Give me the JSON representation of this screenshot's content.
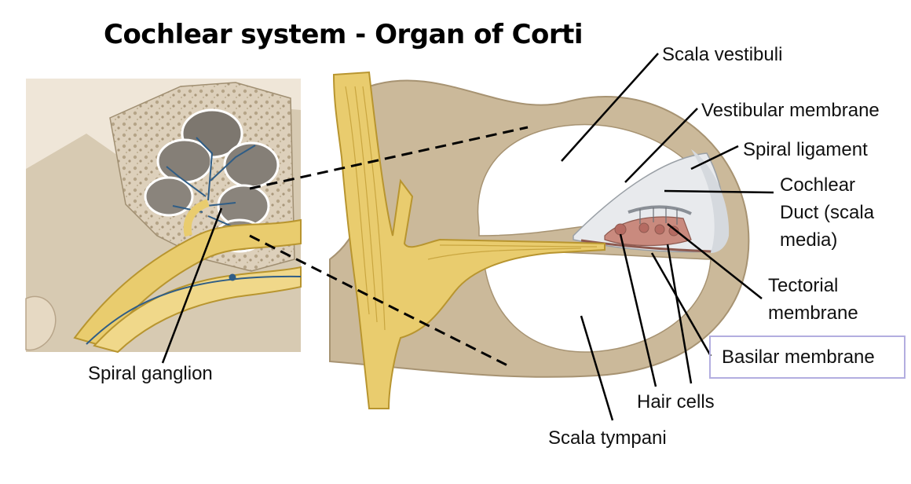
{
  "title": "Cochlear system - Organ of Corti",
  "labels": {
    "scala_vestibuli": "Scala vestibuli",
    "vestibular_membrane": "Vestibular membrane",
    "spiral_ligament": "Spiral ligament",
    "cochlear_duct": [
      "Cochlear",
      "Duct (scala",
      "media)"
    ],
    "tectorial_membrane": [
      "Tectorial",
      "membrane"
    ],
    "basilar_membrane": "Basilar membrane",
    "hair_cells": "Hair cells",
    "scala_tympani": "Scala tympani",
    "spiral_ganglion": "Spiral ganglion"
  },
  "colors": {
    "bone": "#cbb99a",
    "bone_edge": "#a79372",
    "nerve": "#e9cc6e",
    "nerve_edge": "#b8952f",
    "organ": "#c98a7e",
    "membrane": "#dfe2e6",
    "highlight_box": "#b3aee0"
  }
}
